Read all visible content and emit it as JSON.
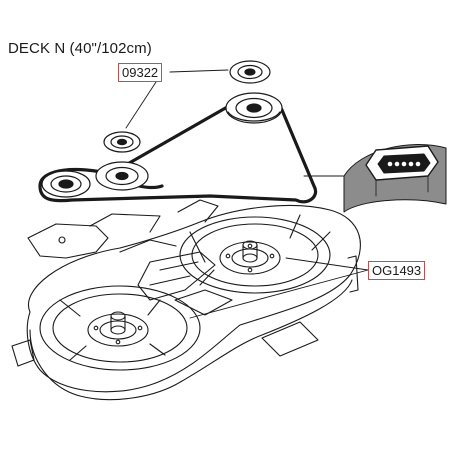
{
  "diagram": {
    "title": "DECK N (40\"/102cm)",
    "parts": [
      {
        "id": "belt",
        "label": "09322"
      },
      {
        "id": "pulleys",
        "label": "OG1493"
      }
    ]
  },
  "colors": {
    "line": "#1a1a1a",
    "label_border": "#c0504d",
    "belt_gray": "#8c8c8c"
  }
}
